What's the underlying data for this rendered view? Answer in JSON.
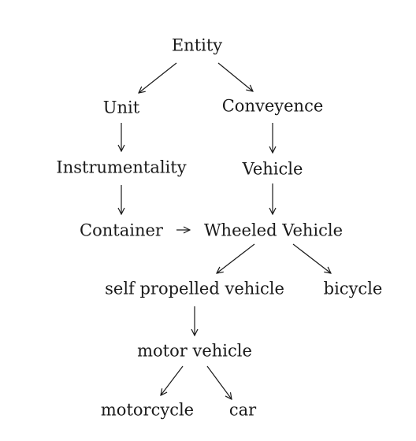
{
  "diagram": {
    "stroke_color": "#1a1a1a",
    "text_color": "#1a1a1a",
    "nodes": {
      "entity": "Entity",
      "unit": "Unit",
      "conveyence": "Conveyence",
      "instrumentality": "Instrumentality",
      "vehicle": "Vehicle",
      "container": "Container",
      "wheeled_vehicle": "Wheeled Vehicle",
      "self_propelled_vehicle": "self propelled vehicle",
      "bicycle": "bicycle",
      "motor_vehicle": "motor vehicle",
      "motorcycle": "motorcycle",
      "car": "car"
    },
    "edges": [
      {
        "from": "entity",
        "to": "unit"
      },
      {
        "from": "entity",
        "to": "conveyence"
      },
      {
        "from": "unit",
        "to": "instrumentality"
      },
      {
        "from": "conveyence",
        "to": "vehicle"
      },
      {
        "from": "instrumentality",
        "to": "container"
      },
      {
        "from": "vehicle",
        "to": "wheeled_vehicle"
      },
      {
        "from": "container",
        "to": "wheeled_vehicle"
      },
      {
        "from": "wheeled_vehicle",
        "to": "self_propelled_vehicle"
      },
      {
        "from": "wheeled_vehicle",
        "to": "bicycle"
      },
      {
        "from": "self_propelled_vehicle",
        "to": "motor_vehicle"
      },
      {
        "from": "motor_vehicle",
        "to": "motorcycle"
      },
      {
        "from": "motor_vehicle",
        "to": "car"
      }
    ]
  }
}
